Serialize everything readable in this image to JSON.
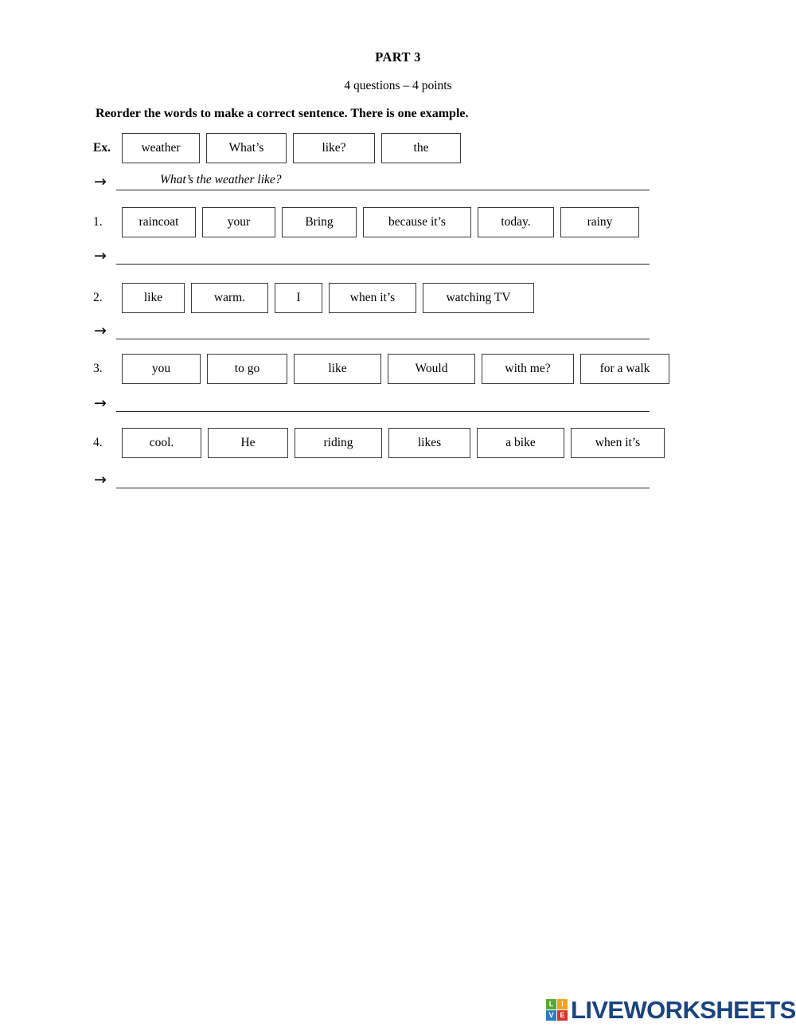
{
  "header": {
    "part_title": "PART 3",
    "subtitle": "4 questions – 4 points",
    "instruction": "Reorder the words to make a correct sentence. There is one example."
  },
  "exercises": [
    {
      "label": "Ex.",
      "words": [
        "weather",
        "What’s",
        "like?",
        "the"
      ],
      "answer": "What’s the weather like?"
    },
    {
      "label": "1.",
      "words": [
        "raincoat",
        "your",
        "Bring",
        "because it’s",
        "today.",
        "rainy"
      ],
      "answer": ""
    },
    {
      "label": "2.",
      "words": [
        "like",
        "warm.",
        "I",
        "when it’s",
        "watching TV"
      ],
      "answer": ""
    },
    {
      "label": "3.",
      "words": [
        "you",
        "to go",
        "like",
        "Would",
        "with me?",
        "for a walk"
      ],
      "answer": ""
    },
    {
      "label": "4.",
      "words": [
        "cool.",
        "He",
        "riding",
        "likes",
        "a bike",
        "when it’s"
      ],
      "answer": ""
    }
  ],
  "arrow_glyph": "→",
  "footer": {
    "logo_text": "LIVEWORKSHEETS",
    "logo_squares": [
      {
        "letter": "L",
        "color": "#5aa832"
      },
      {
        "letter": "I",
        "color": "#f0a21b"
      },
      {
        "letter": "V",
        "color": "#2b7cc1"
      },
      {
        "letter": "E",
        "color": "#d8332a"
      }
    ],
    "text_color": "#1a4480"
  }
}
